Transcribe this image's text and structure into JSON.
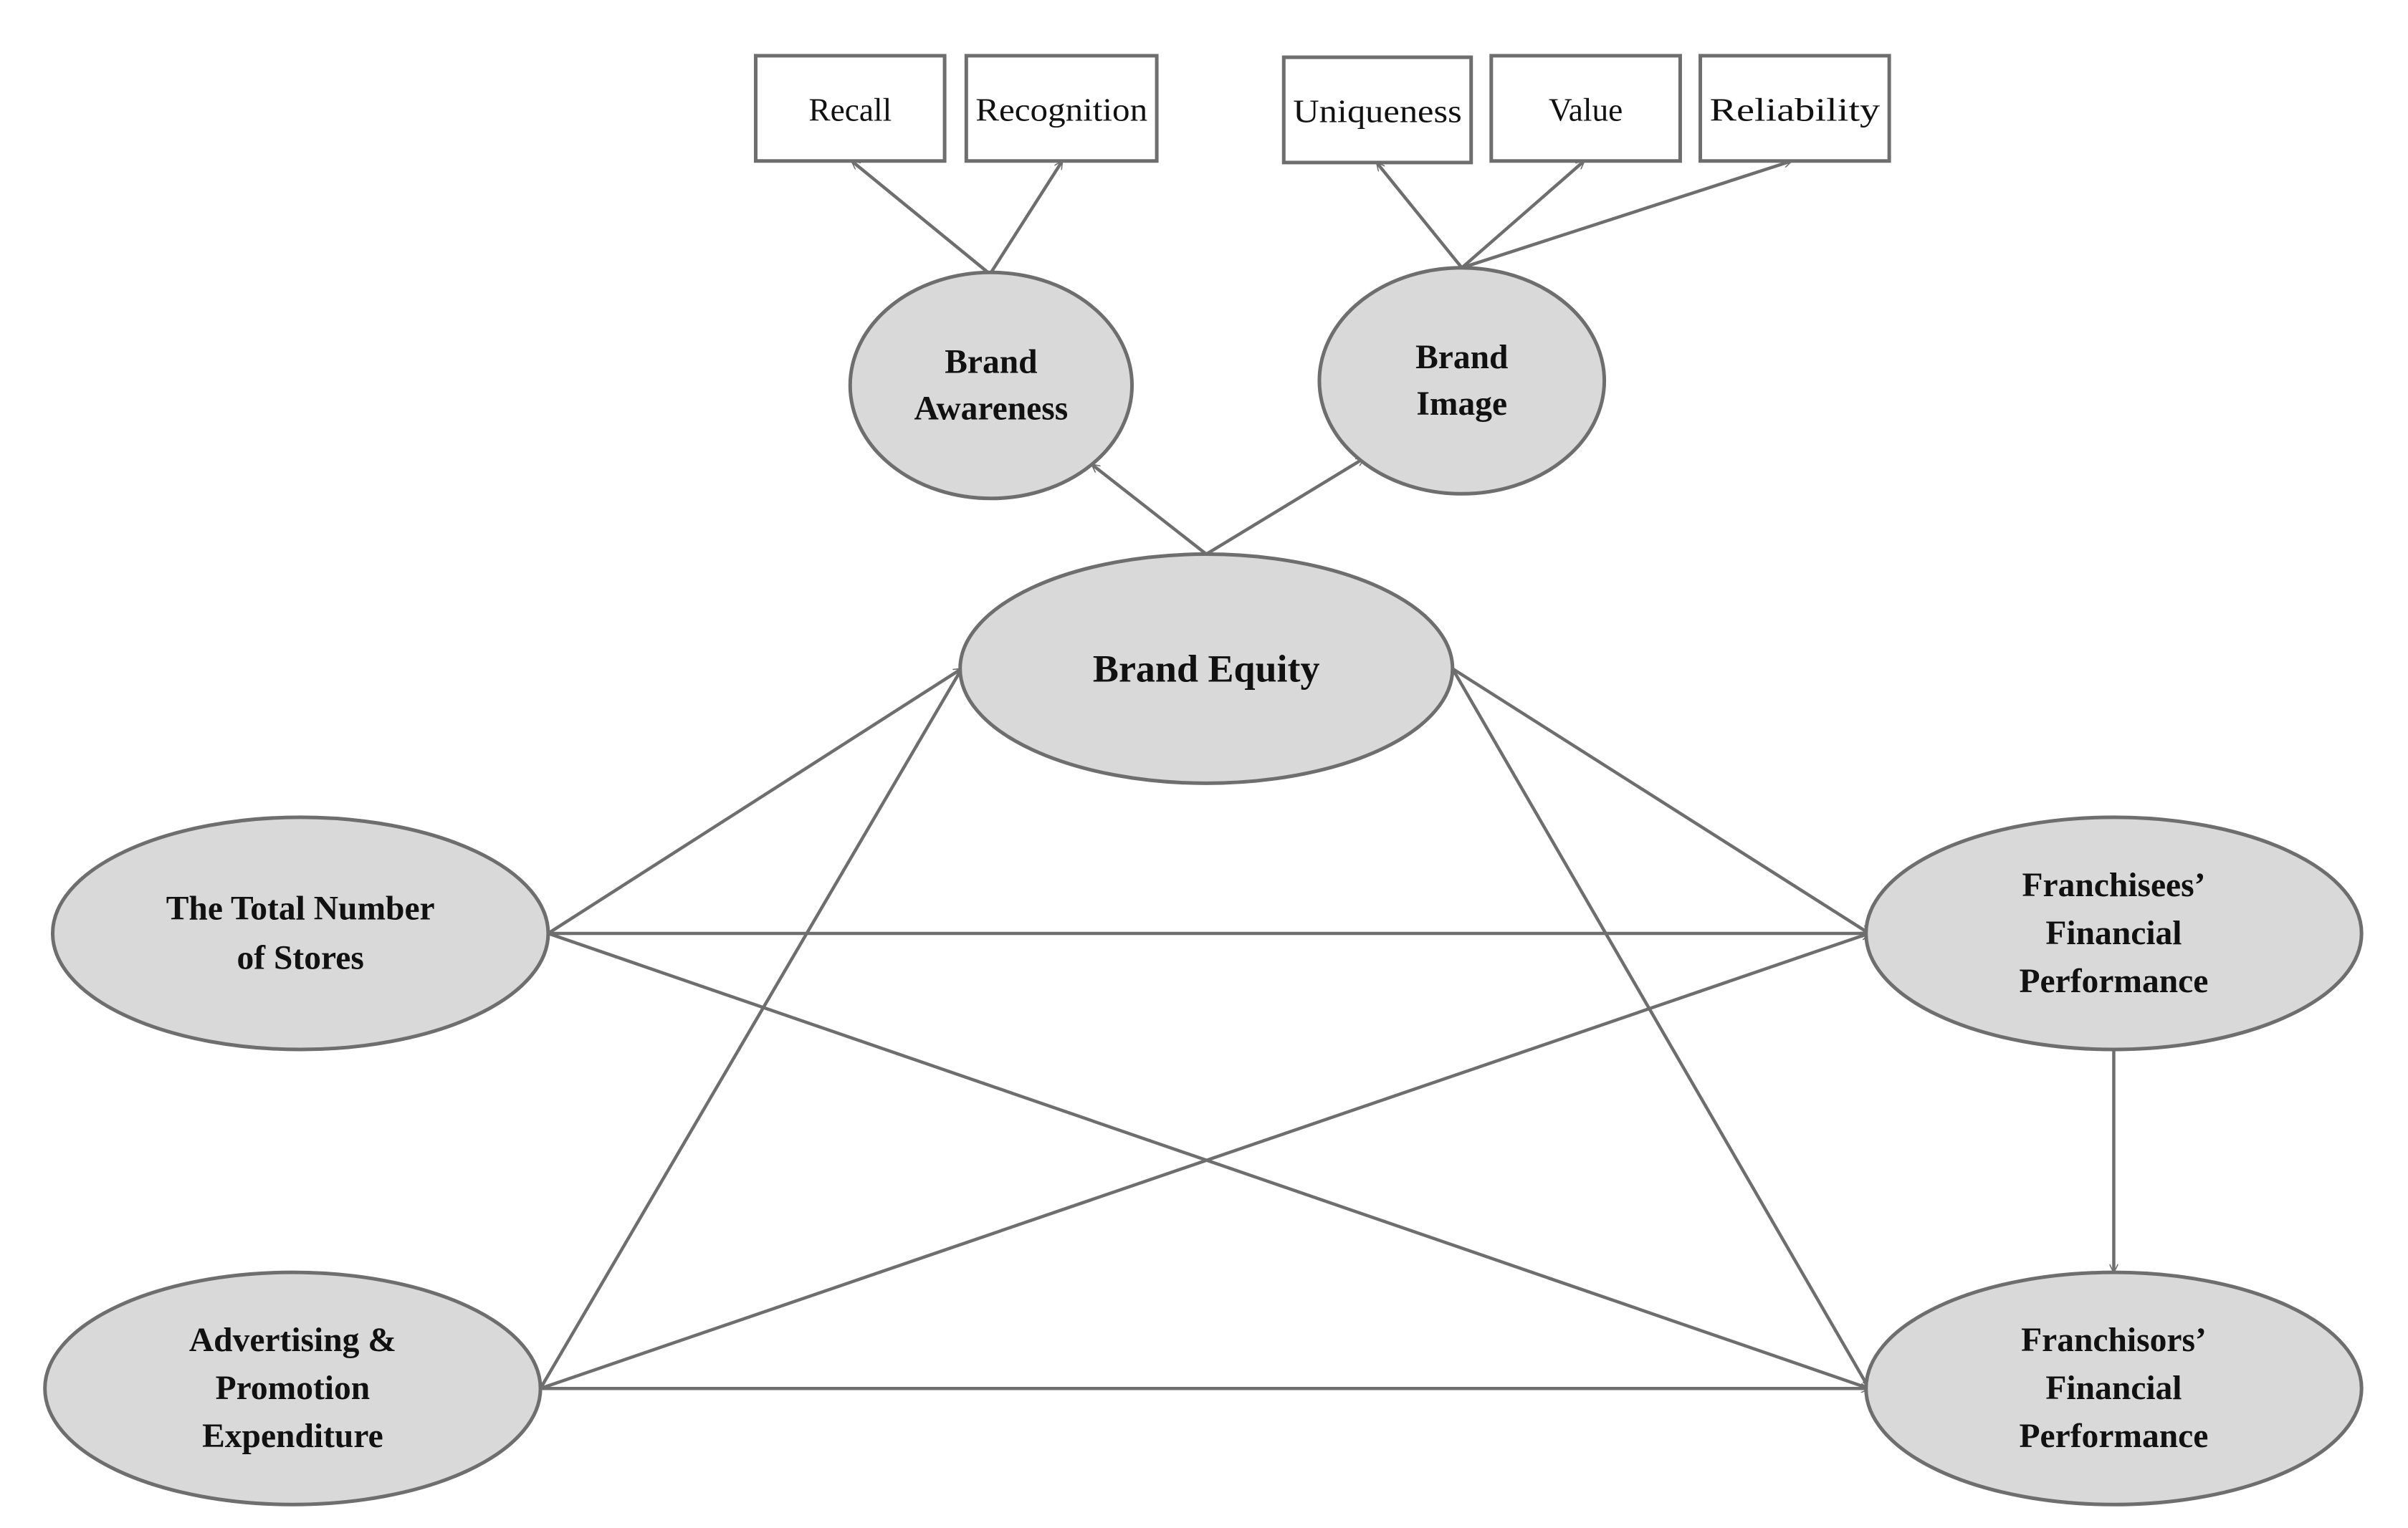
{
  "diagram": {
    "constructs": {
      "brand_equity": [
        "Brand Equity"
      ],
      "brand_awareness": [
        "Brand",
        "Awareness"
      ],
      "brand_image": [
        "Brand",
        "Image"
      ],
      "total_stores": [
        "The Total Number",
        "of Stores"
      ],
      "advertising": [
        "Advertising &",
        "Promotion",
        "Expenditure"
      ],
      "franchisees": [
        "Franchisees’",
        "Financial",
        "Performance"
      ],
      "franchisors": [
        "Franchisors’",
        "Financial",
        "Performance"
      ]
    },
    "indicators": {
      "recall": "Recall",
      "recognition": "Recognition",
      "uniqueness": "Uniqueness",
      "value": "Value",
      "reliability": "Reliability"
    },
    "edges": [
      {
        "from": "brand_awareness",
        "to": "recall"
      },
      {
        "from": "brand_awareness",
        "to": "recognition"
      },
      {
        "from": "brand_image",
        "to": "uniqueness"
      },
      {
        "from": "brand_image",
        "to": "value"
      },
      {
        "from": "brand_image",
        "to": "reliability"
      },
      {
        "from": "brand_equity",
        "to": "brand_awareness"
      },
      {
        "from": "brand_equity",
        "to": "brand_image"
      },
      {
        "from": "total_stores",
        "to": "brand_equity"
      },
      {
        "from": "advertising",
        "to": "brand_equity"
      },
      {
        "from": "brand_equity",
        "to": "franchisees"
      },
      {
        "from": "brand_equity",
        "to": "franchisors"
      },
      {
        "from": "total_stores",
        "to": "franchisees"
      },
      {
        "from": "total_stores",
        "to": "franchisors"
      },
      {
        "from": "advertising",
        "to": "franchisees"
      },
      {
        "from": "advertising",
        "to": "franchisors"
      },
      {
        "from": "franchisees",
        "to": "franchisors"
      }
    ]
  }
}
